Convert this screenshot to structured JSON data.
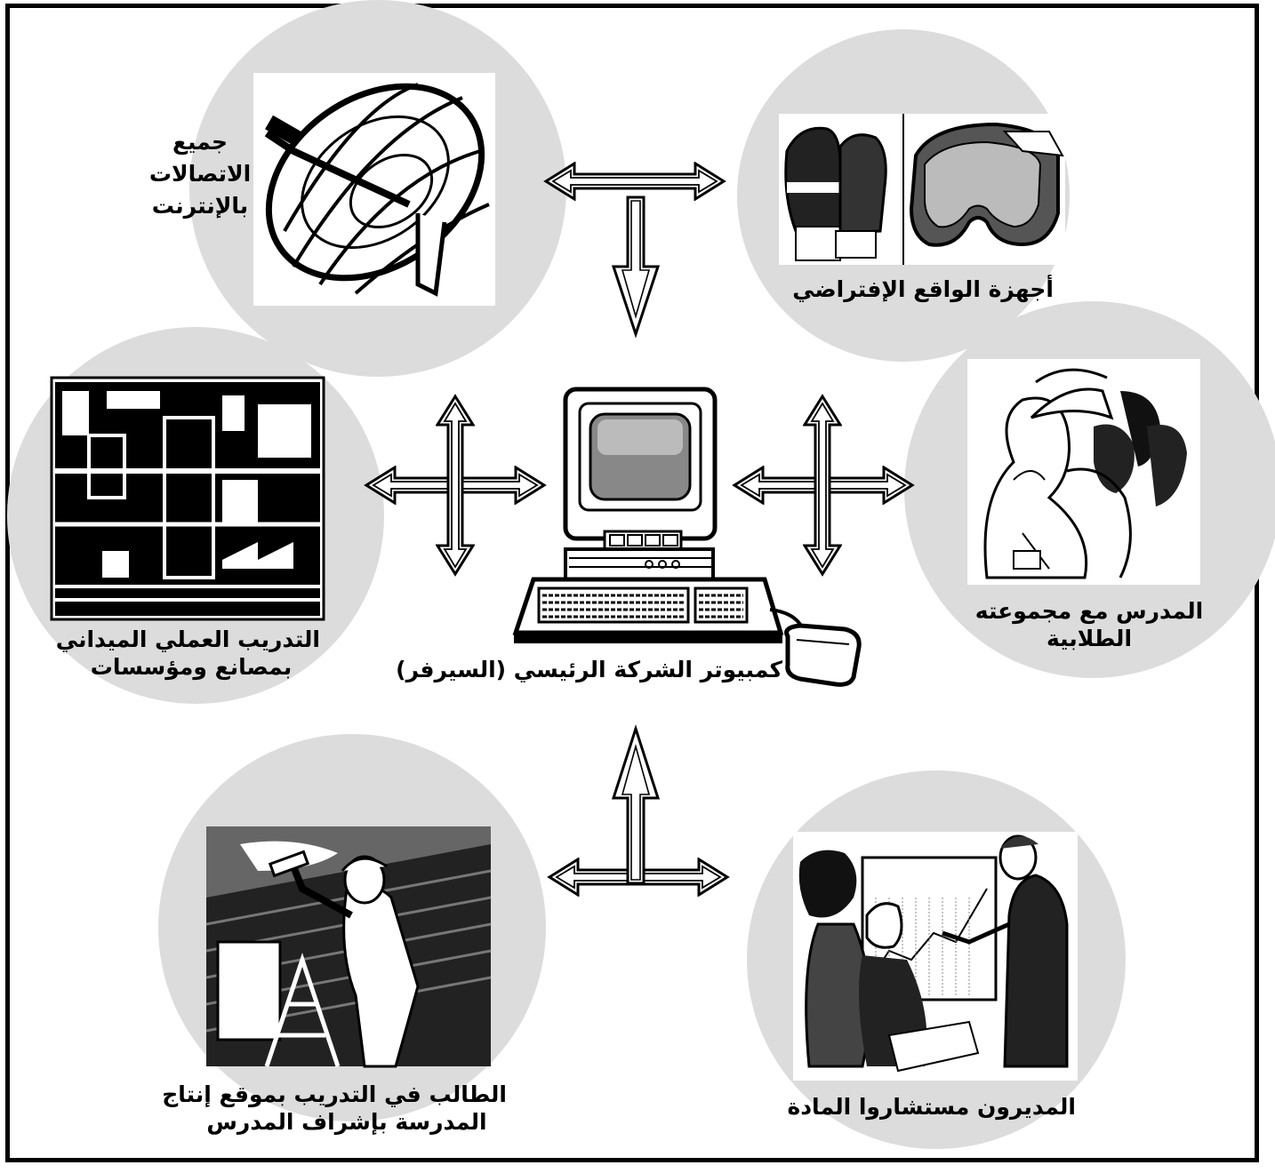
{
  "diagram": {
    "server_label": "كمبيوتر الشركة الرئيسي (السيرفر)",
    "nodes": [
      {
        "id": "internet",
        "label_lines": [
          "جميع",
          "الاتصالات",
          "بالإنترنت"
        ],
        "icon": "satellite-dish-icon"
      },
      {
        "id": "vr",
        "label_lines": [
          "أجهزة الواقع الإفتراضي"
        ],
        "icon": "vr-goggles-gloves-icon"
      },
      {
        "id": "teacher",
        "label_lines": [
          "المدرس مع مجموعته",
          "الطلابية"
        ],
        "icon": "teacher-students-icon"
      },
      {
        "id": "field_training",
        "label_lines": [
          "التدريب العملي الميداني",
          "بمصانع ومؤسسات"
        ],
        "icon": "factory-icon"
      },
      {
        "id": "student_site",
        "label_lines": [
          "الطالب في التدريب بموقع إنتاج",
          "المدرسة بإشراف المدرس"
        ],
        "icon": "painter-worker-icon"
      },
      {
        "id": "managers",
        "label_lines": [
          "المديرون مستشاروا المادة"
        ],
        "icon": "business-presentation-icon"
      }
    ],
    "colors": {
      "circle": "#dcdcdc",
      "ink": "#000000",
      "paper": "#ffffff"
    }
  }
}
